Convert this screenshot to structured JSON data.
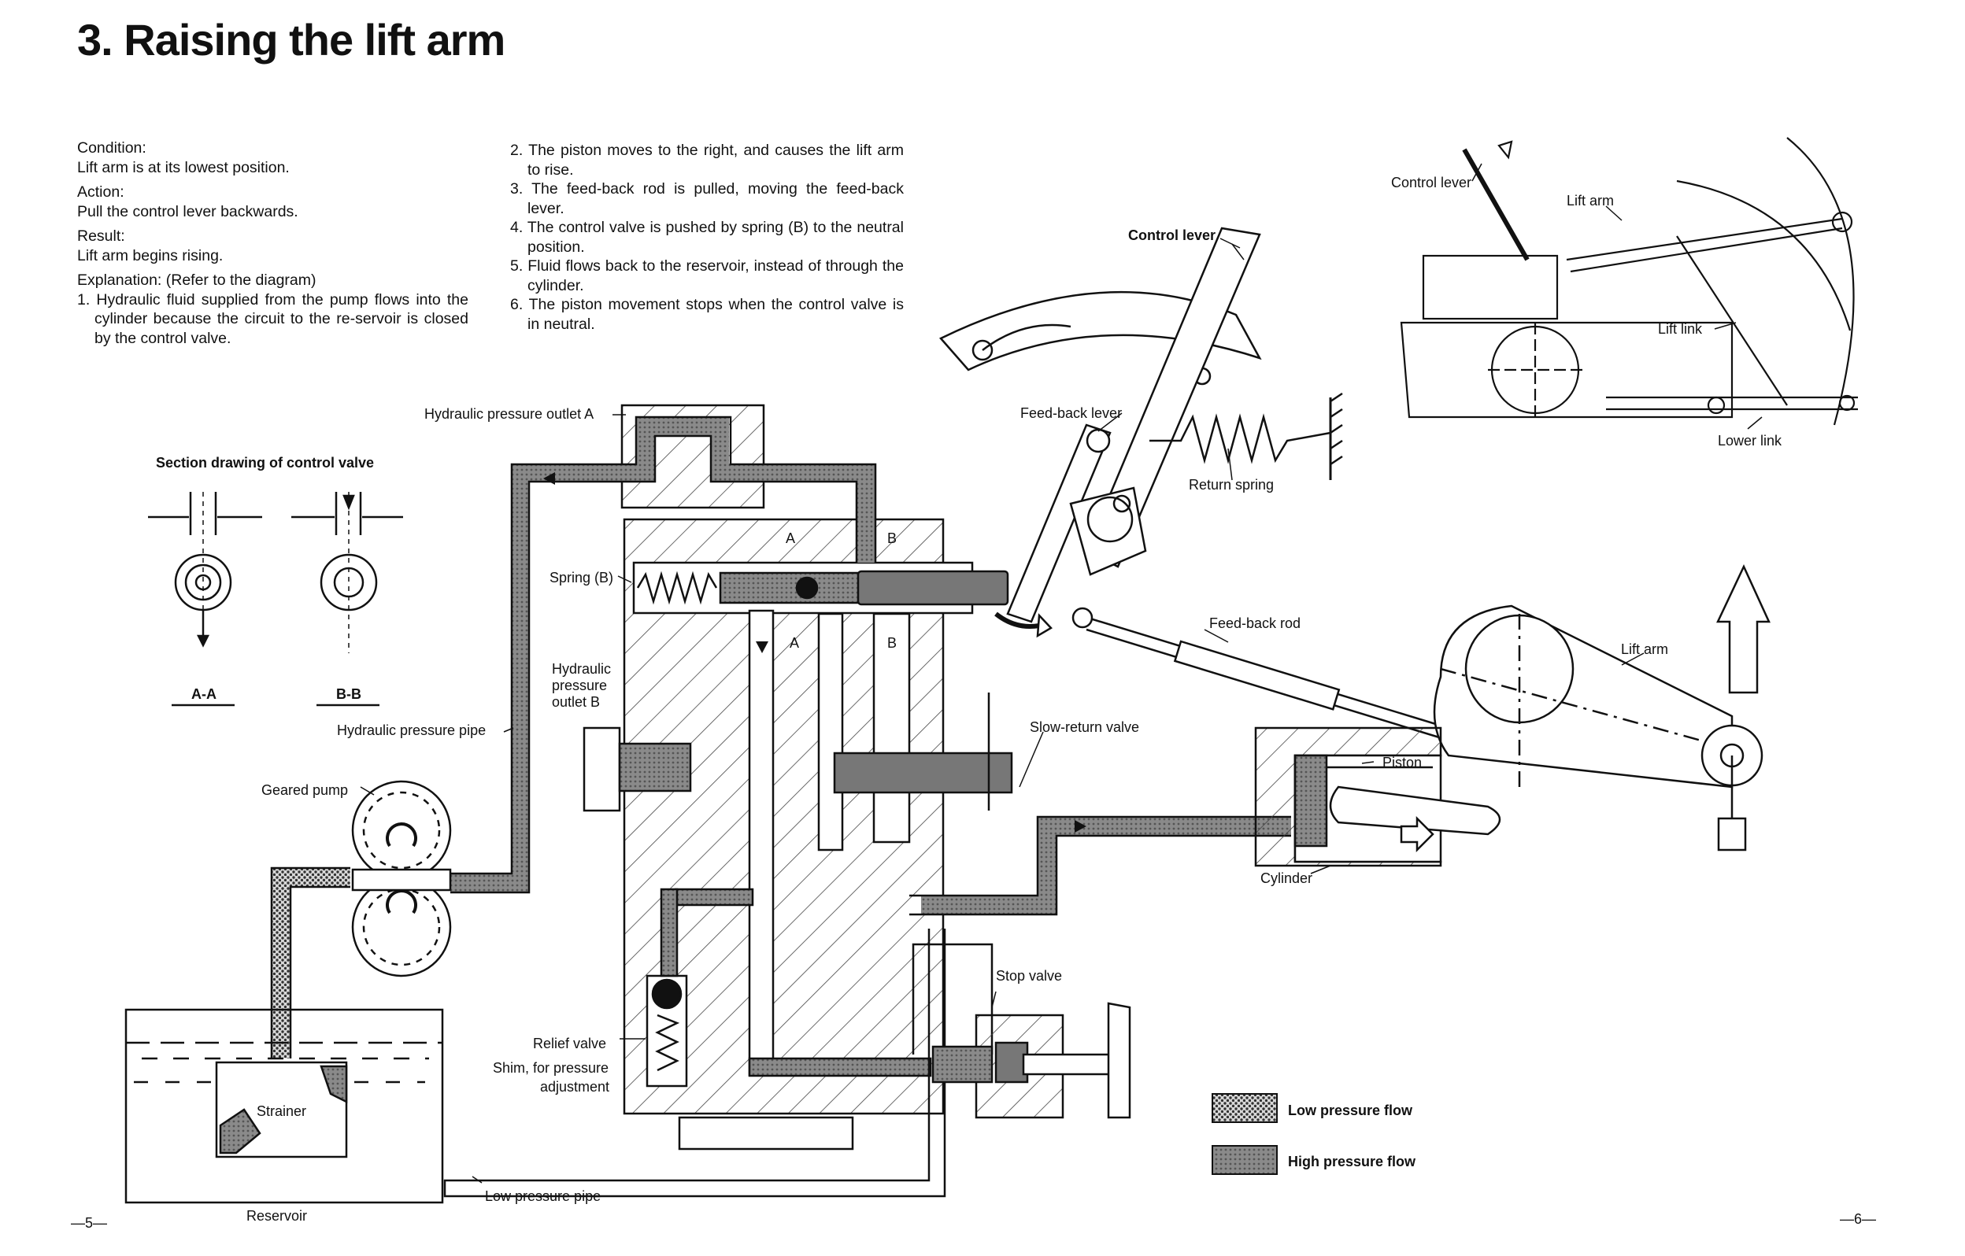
{
  "title": "3. Raising the lift arm",
  "text_left": {
    "condition_heading": "Condition:",
    "condition": "Lift arm is at its lowest position.",
    "action_heading": "Action:",
    "action": "Pull the control lever backwards.",
    "result_heading": "Result:",
    "result": "Lift arm begins rising.",
    "explanation_heading": "Explanation: (Refer to the diagram)",
    "step1": "1. Hydraulic fluid supplied from the pump flows into the cylinder because the circuit to the re-servoir is closed by the control valve."
  },
  "text_right": {
    "step2": "2. The piston moves to the right, and causes the lift arm to rise.",
    "step3": "3. The feed-back rod is pulled, moving the feed-back lever.",
    "step4": "4. The control valve is pushed by spring (B) to the neutral position.",
    "step5": "5. Fluid flows back to the reservoir, instead of through the cylinder.",
    "step6": "6. The piston movement stops when the control valve is in neutral."
  },
  "labels": {
    "section_drawing": "Section drawing of control valve",
    "aa": "A-A",
    "bb": "B-B",
    "outlet_a": "Hydraulic pressure outlet A",
    "spring_b": "Spring (B)",
    "outlet_b_1": "Hydraulic",
    "outlet_b_2": "pressure",
    "outlet_b_3": "outlet B",
    "pressure_pipe": "Hydraulic pressure pipe",
    "geared_pump": "Geared pump",
    "strainer": "Strainer",
    "reservoir": "Reservoir",
    "low_pressure_pipe": "Low pressure pipe",
    "relief_valve": "Relief valve",
    "shim_1": "Shim, for pressure",
    "shim_2": "adjustment",
    "control_lever": "Control lever",
    "feedback_lever": "Feed-back lever",
    "return_spring": "Return spring",
    "feedback_rod": "Feed-back rod",
    "slow_return_valve": "Slow-return valve",
    "piston": "Piston",
    "cylinder": "Cylinder",
    "lift_arm": "Lift arm",
    "stop_valve": "Stop valve",
    "control_lever_top": "Control lever",
    "lift_arm_top": "Lift arm",
    "lift_link": "Lift link",
    "lower_link": "Lower link",
    "marker_a": "A",
    "marker_b": "B"
  },
  "legend": {
    "low": "Low pressure flow",
    "high": "High pressure flow"
  },
  "page_numbers": {
    "left": "—5—",
    "right": "—6—"
  },
  "colors": {
    "line": "#111111",
    "high_pressure": "#777777",
    "low_pressure": "#bbbbbb"
  }
}
